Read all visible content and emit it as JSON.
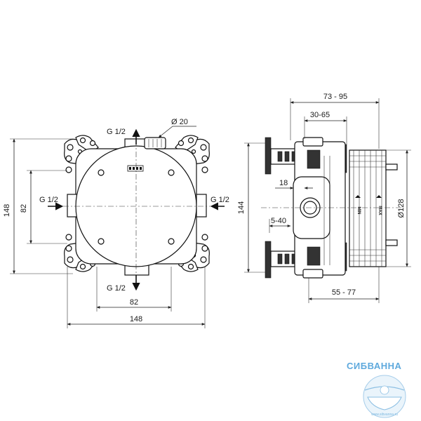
{
  "front_view": {
    "label_top_inlet": "G 1/2",
    "label_bottom_outlet": "G 1/2",
    "label_left_inlet": "G 1/2",
    "label_right_inlet": "G 1/2",
    "label_diameter_spindle": "Ø 20",
    "dim_height_total": "148",
    "dim_height_inner": "82",
    "dim_width_inner": "82",
    "dim_width_total": "148"
  },
  "side_view": {
    "dim_depth_range": "73 - 95",
    "dim_depth_partial": "30-65",
    "dim_18": "18",
    "dim_5_40": "5-40",
    "dim_height": "144",
    "dim_diameter": "Ø128",
    "dim_depth_bottom": "55 - 77",
    "mark_min": "MIN",
    "mark_max": "MAX"
  },
  "watermark": {
    "brand": "СИБВАННА",
    "url": "www.sibvanna.ru"
  },
  "colors": {
    "line": "#111111",
    "watermark": "#5ea9dd"
  }
}
